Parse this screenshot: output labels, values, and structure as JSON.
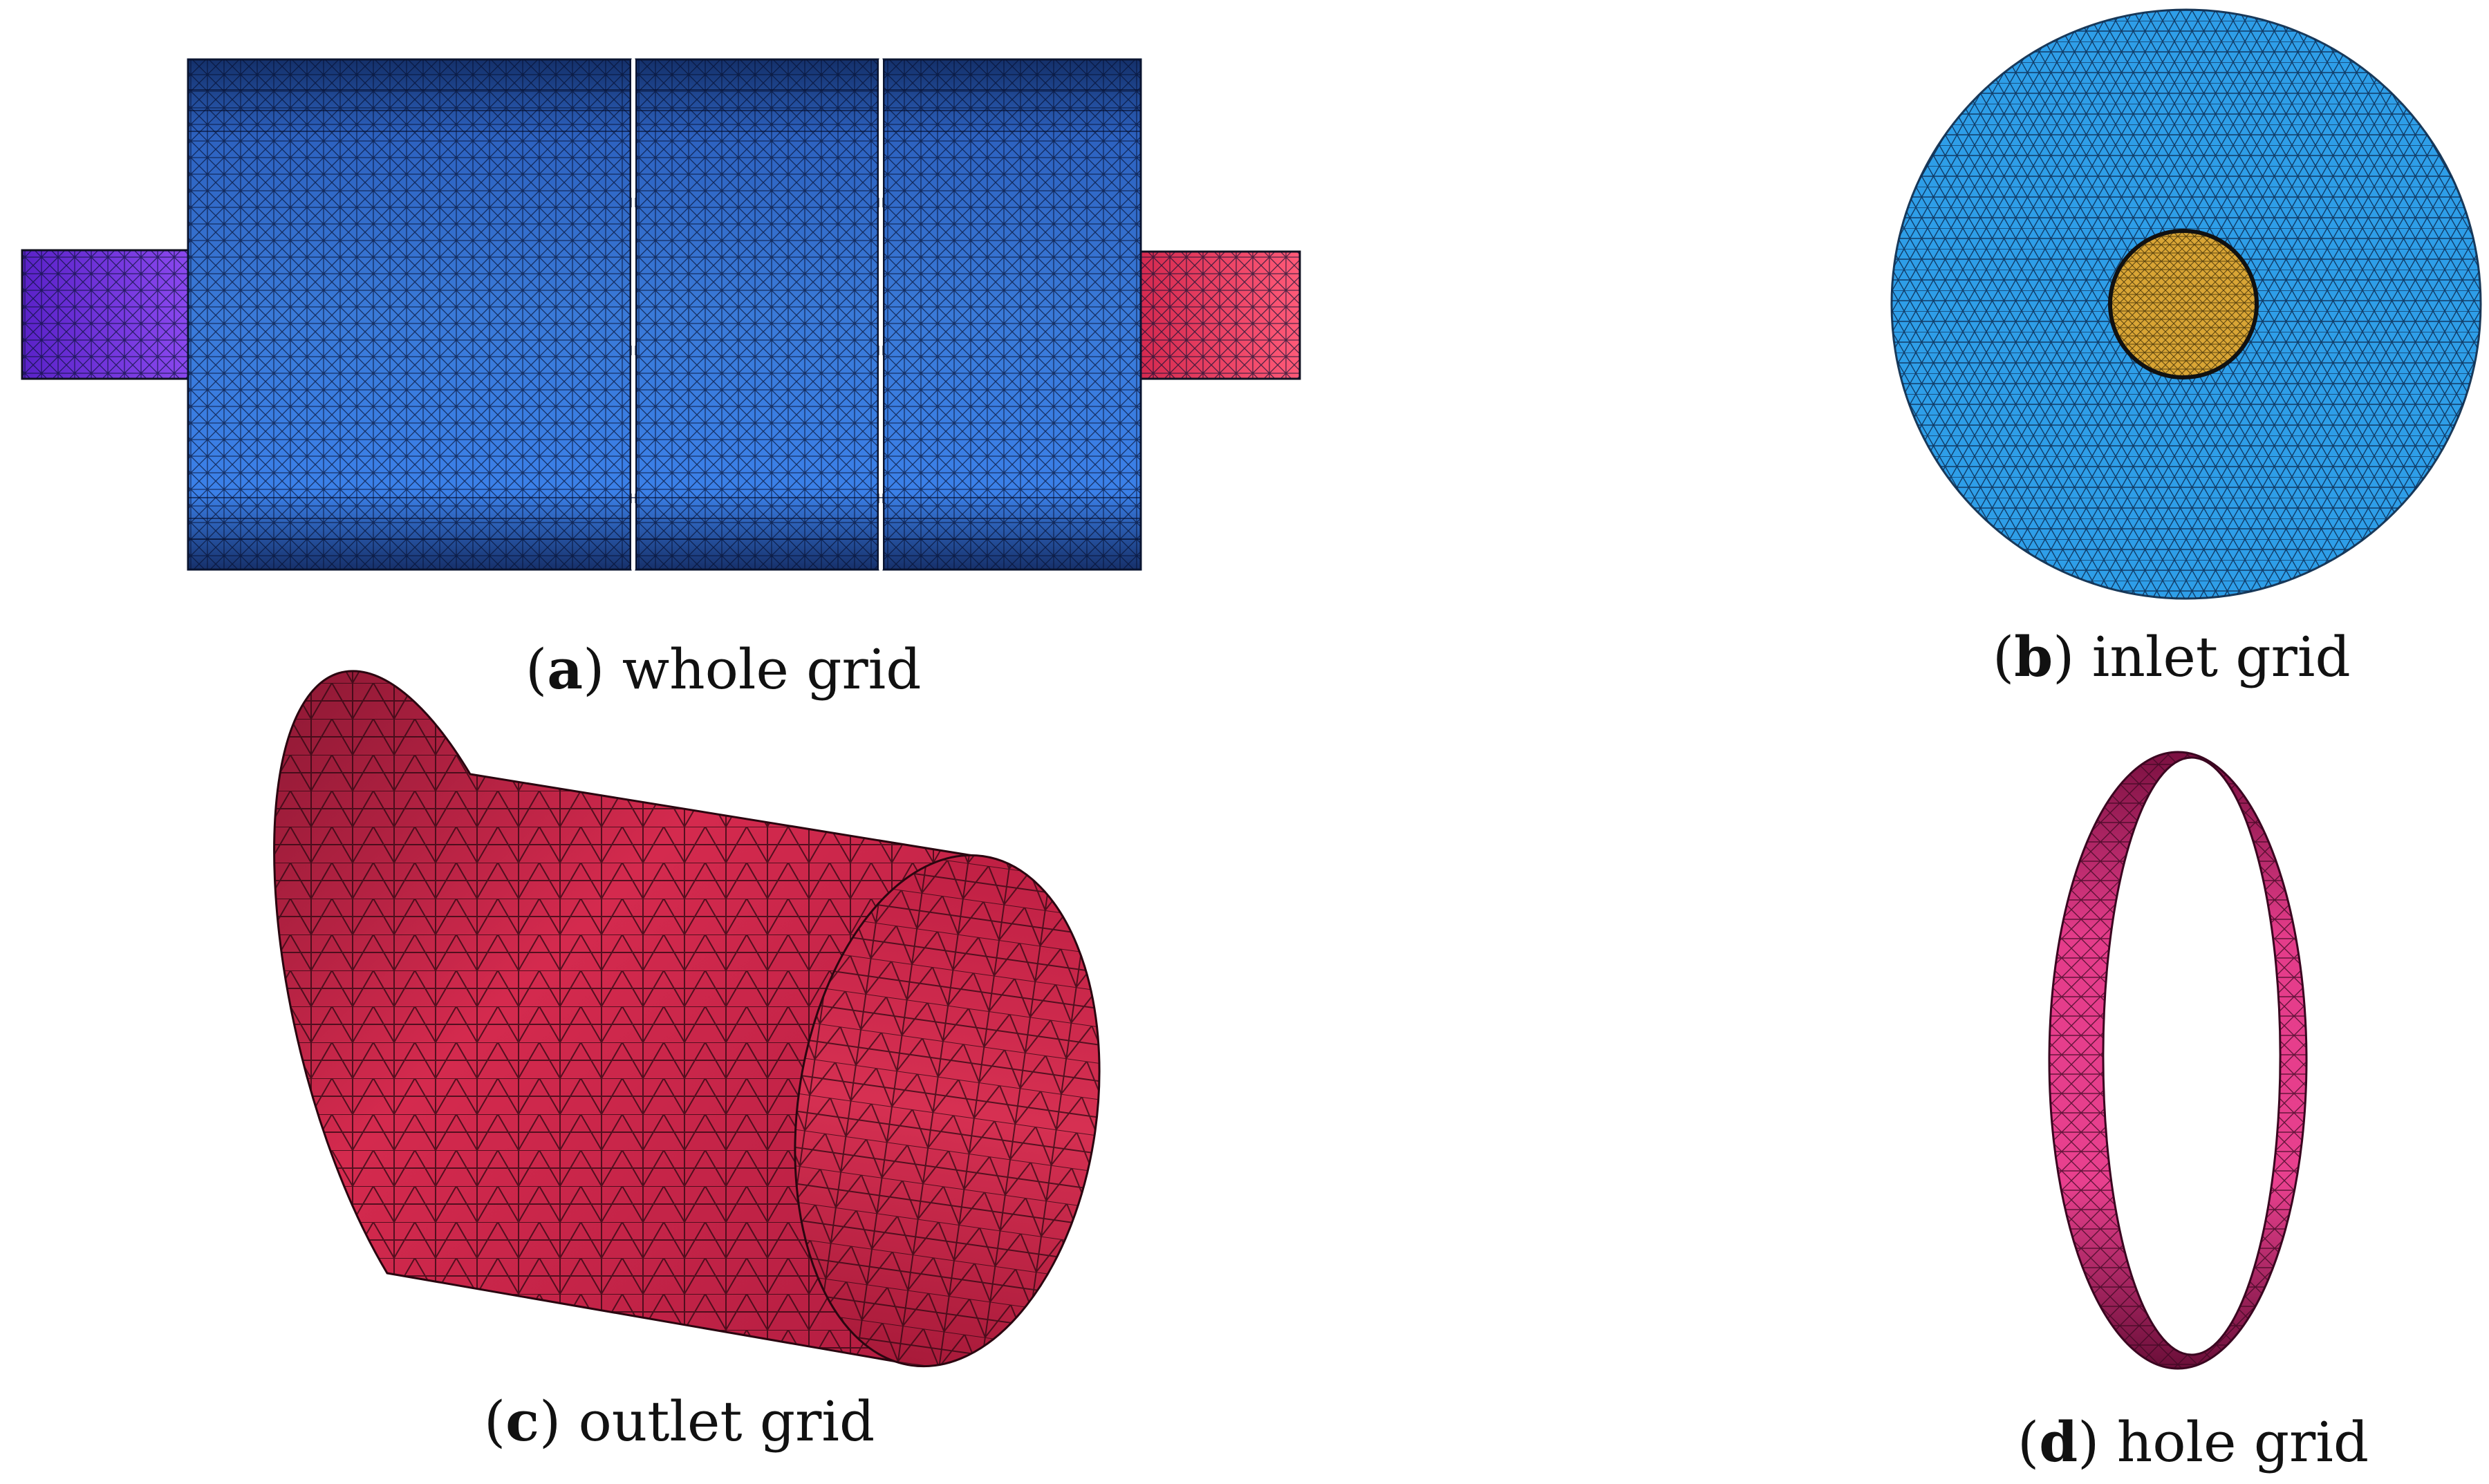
{
  "panels": [
    {
      "letter": "a",
      "title": "whole grid"
    },
    {
      "letter": "b",
      "title": "inlet grid"
    },
    {
      "letter": "c",
      "title": "outlet grid"
    },
    {
      "letter": "d",
      "title": "hole grid"
    }
  ],
  "colors": {
    "whole_main": "#3a78d6",
    "whole_inlet": "#7d3fe0",
    "whole_outlet": "#e0365a",
    "inlet_disc": "#2e9ee8",
    "inlet_core": "#d9a535",
    "outlet_body": "#cf2448",
    "outlet_dark": "#7a1230",
    "hole_ring": "#e43c8a",
    "hole_dark": "#8a1448",
    "mesh": "#0a0a1a"
  }
}
